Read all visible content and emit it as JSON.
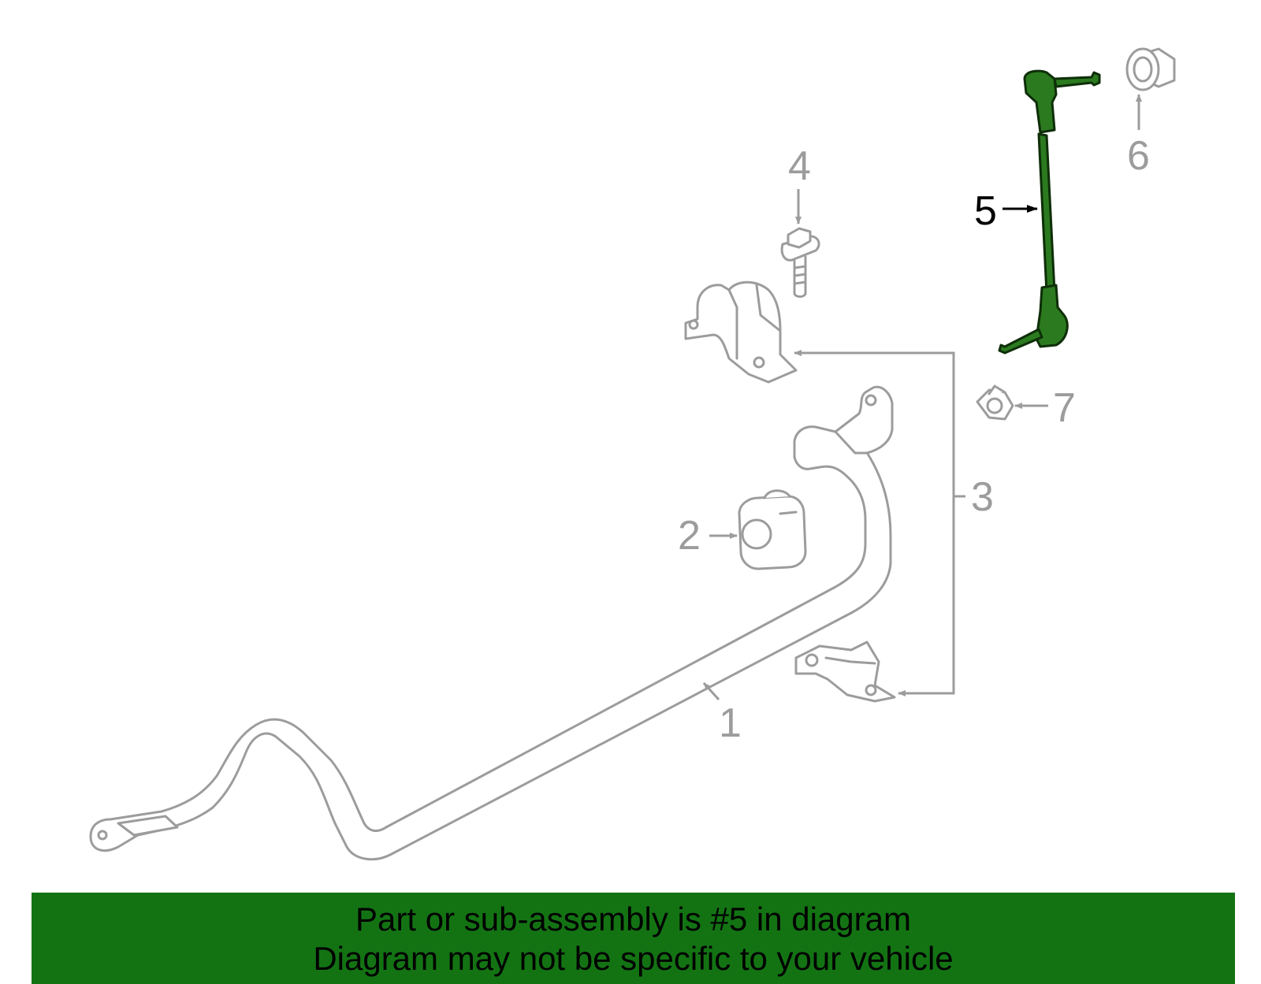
{
  "callouts": {
    "c1": "1",
    "c2": "2",
    "c3": "3",
    "c4": "4",
    "c5": "5",
    "c6": "6",
    "c7": "7"
  },
  "highlighted_part": "5",
  "colors": {
    "highlight": "#2b7a1f",
    "banner": "#137313",
    "line_art": "#9c9c9c"
  },
  "banner": {
    "line1": "Part or sub-assembly is #5 in diagram",
    "line2": "Diagram may not be specific to your vehicle"
  }
}
